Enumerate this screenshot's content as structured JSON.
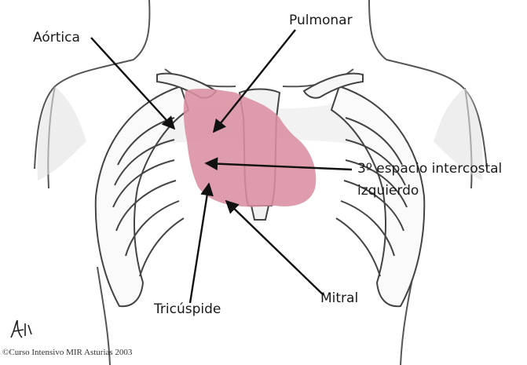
{
  "labels": {
    "aortica": "Aórtica",
    "pulmonar": "Pulmonar",
    "espacio_line1": "3º espacio intercostal",
    "espacio_line2": "izquierdo",
    "mitral": "Mitral",
    "tricuspide": "Tricúspide"
  },
  "copyright": "©Curso Intensivo MIR Asturias 2003",
  "colors": {
    "outline": "#4a4a4a",
    "shadow": "#d9d9d9",
    "skin": "#f4f4f4",
    "heart": "#d98ea0",
    "heart_dark": "#c9738a",
    "arrow": "#111111"
  }
}
